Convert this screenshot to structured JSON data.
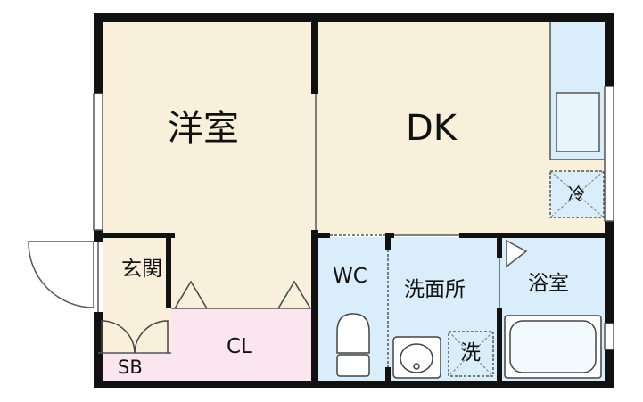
{
  "floorplan": {
    "rooms": {
      "western_room": "洋室",
      "dk": "DK",
      "entrance": "玄関",
      "shoe_box": "SB",
      "closet": "CL",
      "toilet": "WC",
      "washroom": "洗面所",
      "bathroom": "浴室"
    },
    "fixtures": {
      "fridge": "冷",
      "washer": "洗"
    },
    "colors": {
      "wall": "#111111",
      "living_floor": "#f9f0dc",
      "closet_floor": "#fbe5ee",
      "wet_floor": "#d9eefa",
      "fixture_line": "#444444"
    }
  }
}
